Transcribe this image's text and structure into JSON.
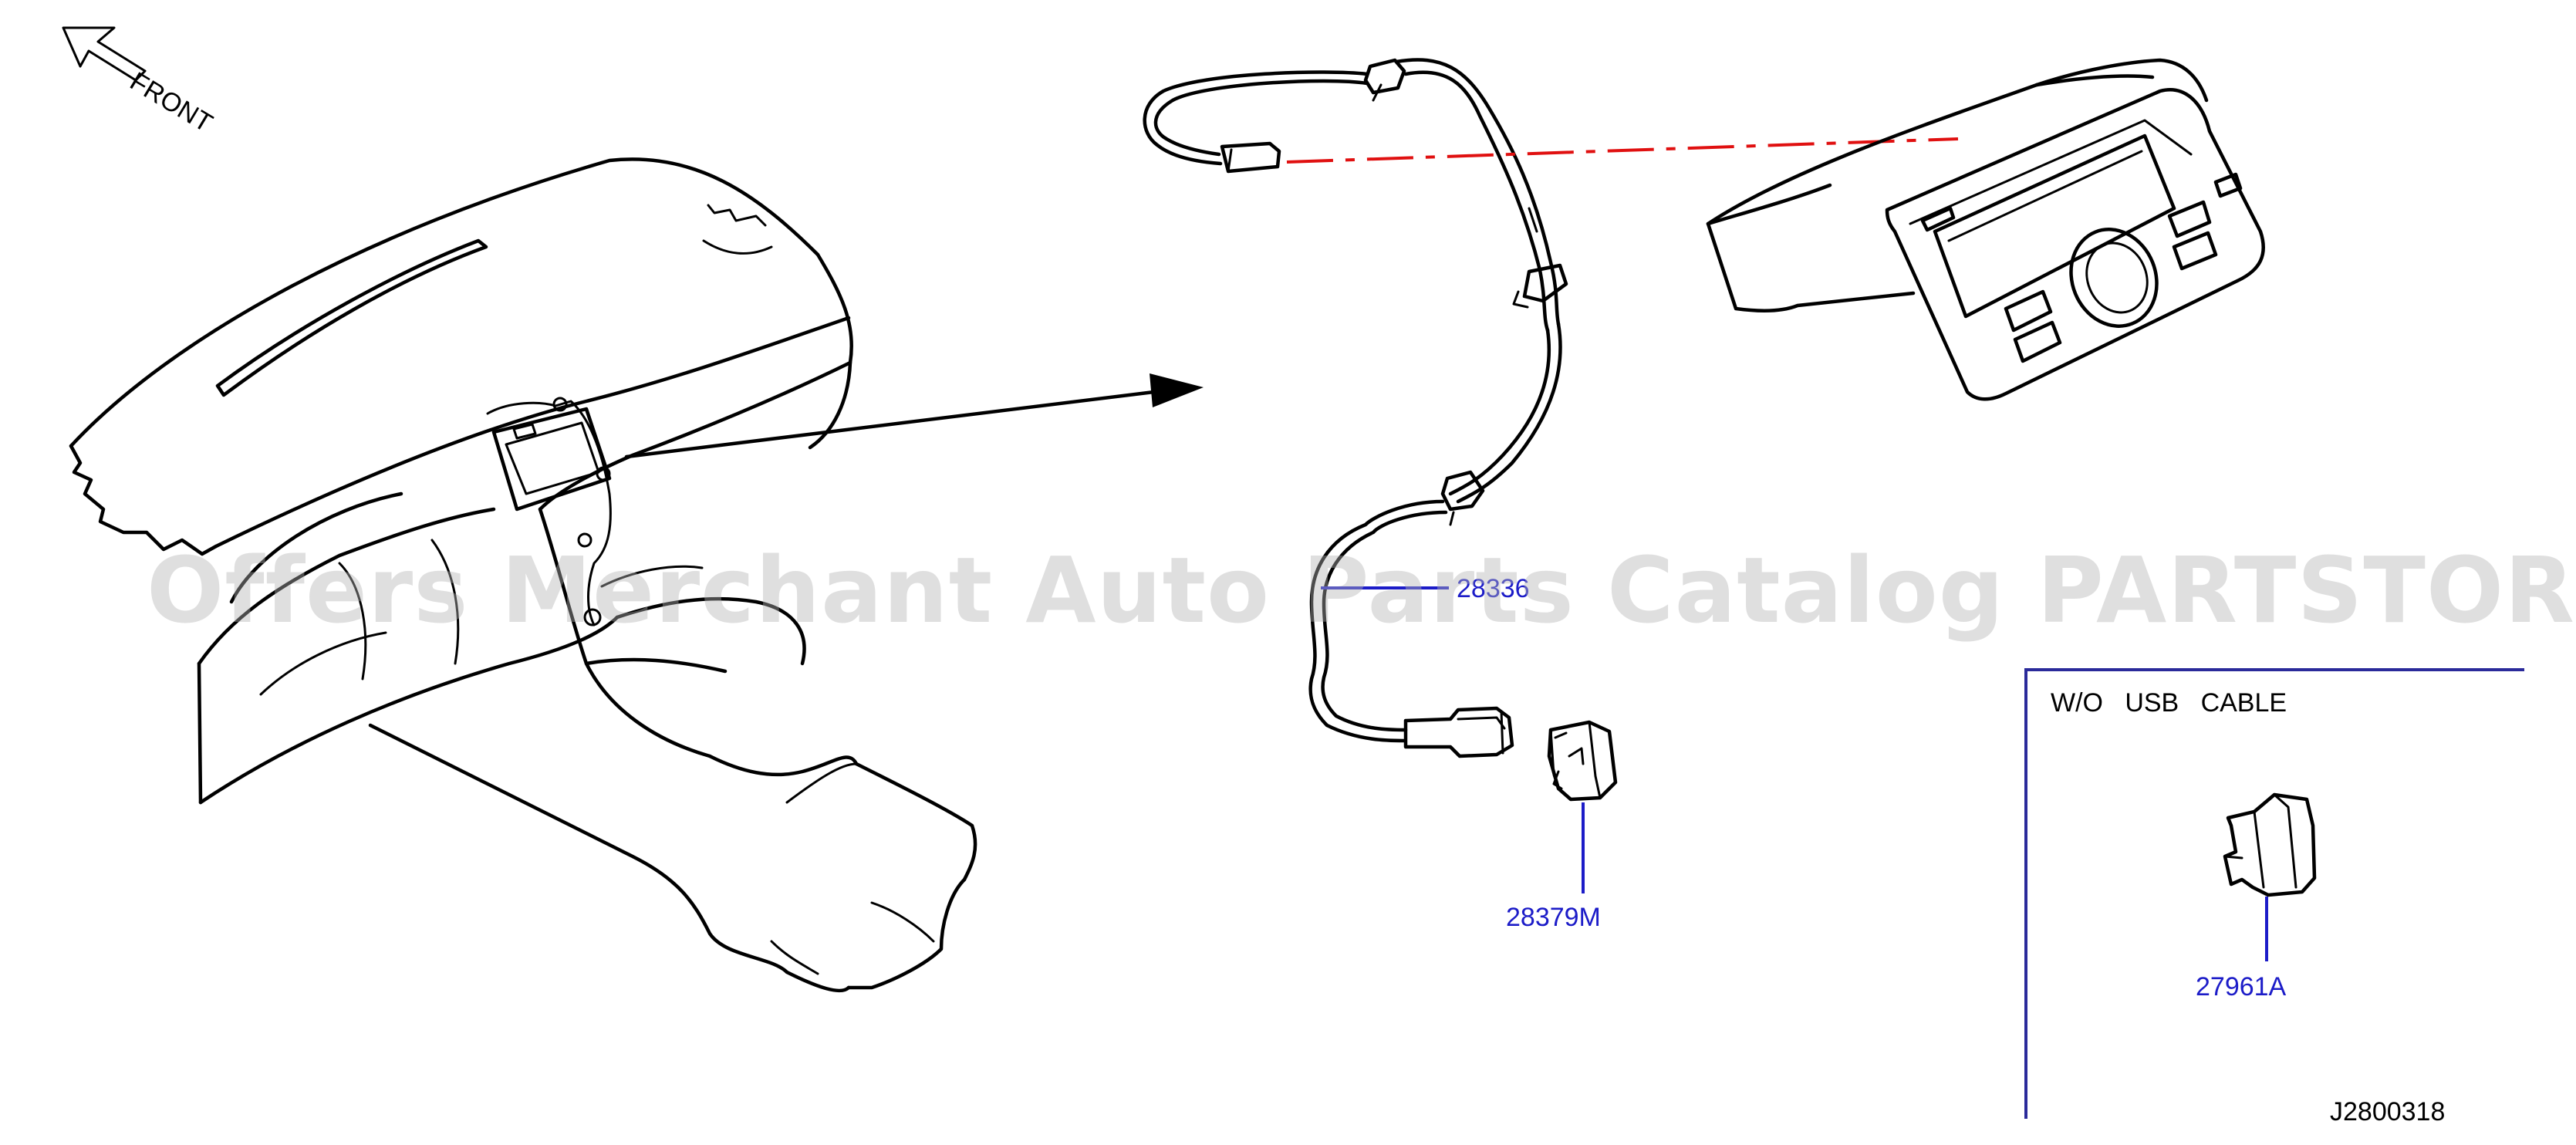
{
  "diagram": {
    "orientation_label": "FRONT",
    "variant_box_title": "W/O   USB   CABLE",
    "drawing_number": "J2800318",
    "parts": [
      {
        "part_number": "28336",
        "description": "USB cable harness"
      },
      {
        "part_number": "28379M",
        "description": "USB connector"
      },
      {
        "part_number": "27961A",
        "description": "blank cover (without USB cable)"
      }
    ],
    "watermark": "Offers Merchant Auto Parts Catalog PARTSTORE.SA"
  },
  "colors": {
    "line_art": "#000000",
    "callout": "#1c1cc8",
    "reference_line": "#e01010",
    "box_border": "#2a2a9a",
    "watermark": "#b4b4b4"
  }
}
